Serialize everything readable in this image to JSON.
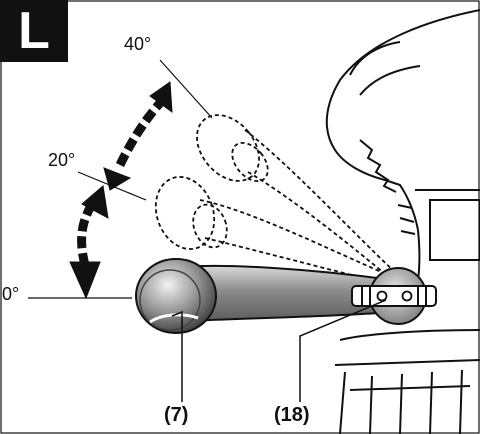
{
  "figure": {
    "badge_letter": "L",
    "angle_labels": [
      "40°",
      "20°",
      "0°"
    ],
    "callouts": [
      "(7)",
      "(18)"
    ],
    "colors": {
      "ink": "#111111",
      "handle_gray": "#8c8c8c",
      "background": "#ffffff"
    }
  }
}
